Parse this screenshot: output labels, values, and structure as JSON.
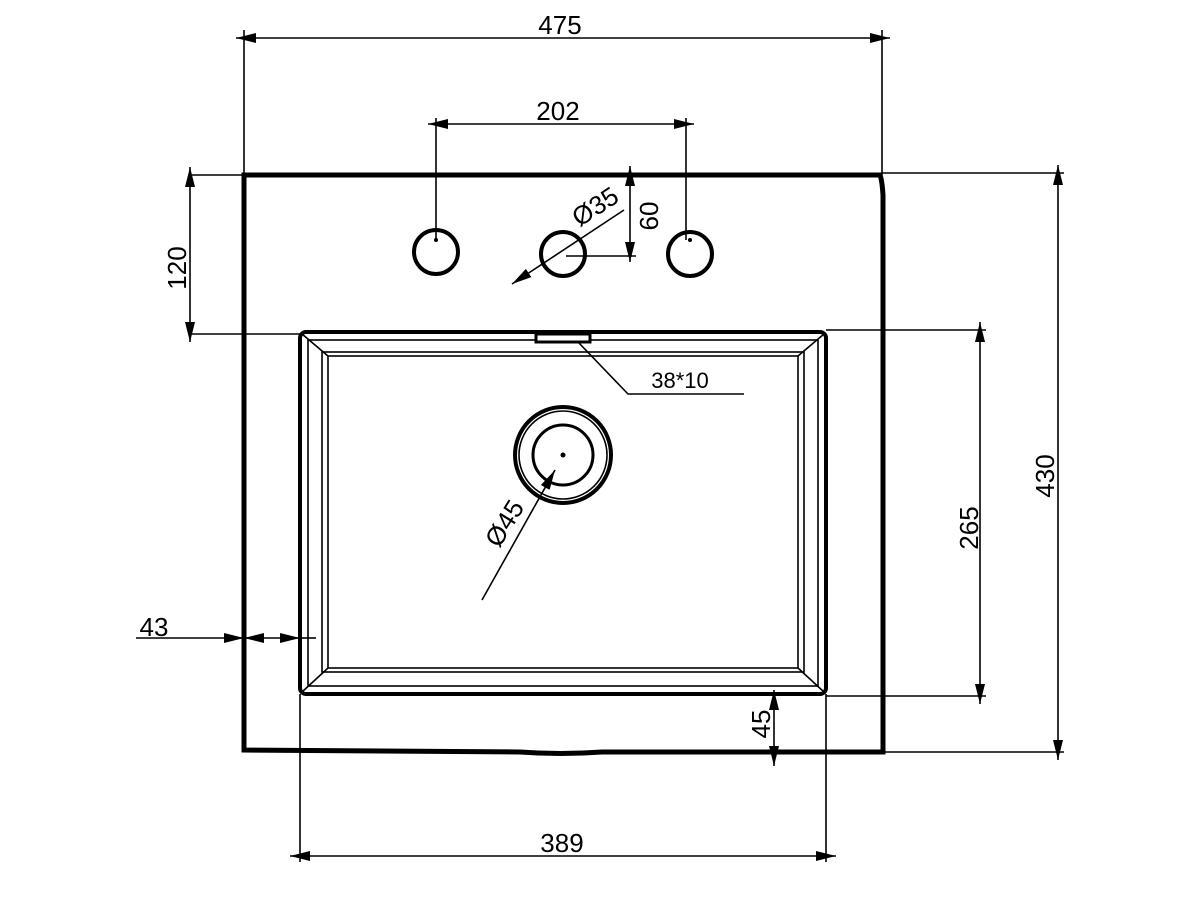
{
  "dimensions": {
    "overall_width": "475",
    "tap_hole_spacing": "202",
    "tap_hole_diameter": "Ø35",
    "tap_hole_offset": "60",
    "rim_to_bowl": "120",
    "overflow_slot": "38*10",
    "drain_diameter": "Ø45",
    "bowl_depth": "265",
    "overall_depth": "430",
    "side_rim": "43",
    "front_rim": "45",
    "bowl_width": "389"
  }
}
